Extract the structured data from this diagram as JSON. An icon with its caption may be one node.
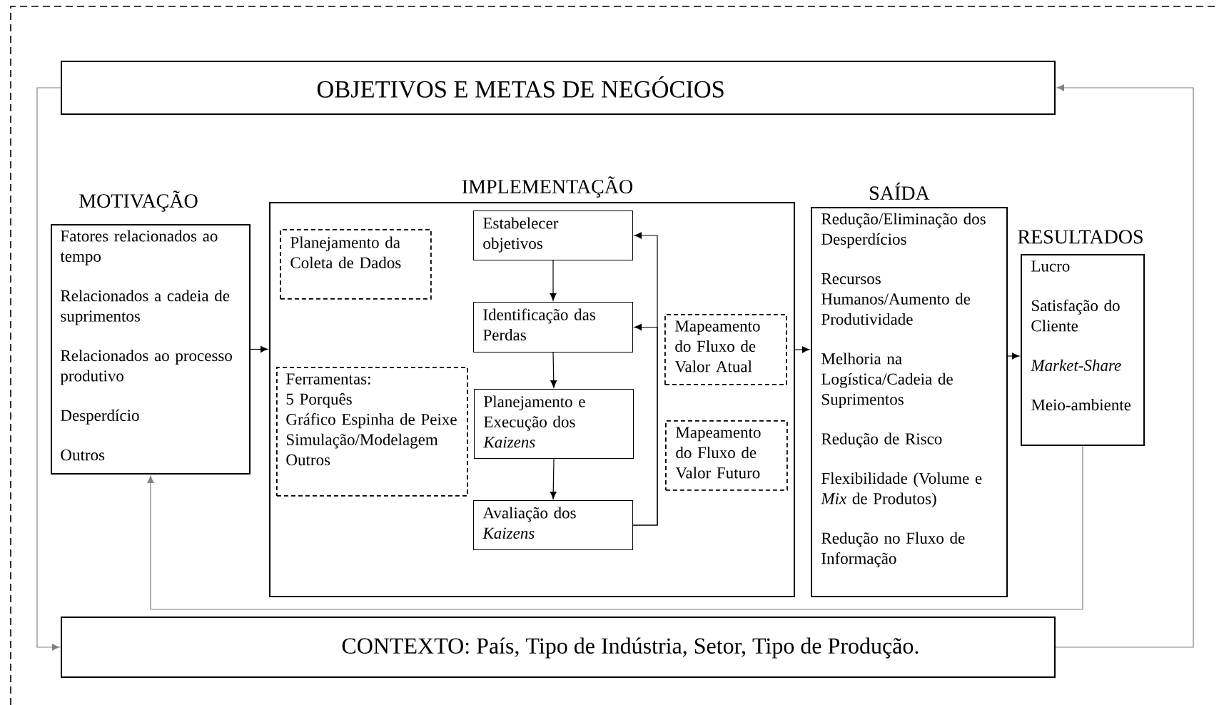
{
  "diagram": {
    "nodes": [
      {
        "text": [
          "OBJETIVOS E METAS DE NEGÓCIOS"
        ]
      },
      {
        "text": [
          "MOTIVAÇÃO",
          "Fatores relacionados ao tempo",
          "Relacionados a cadeia de suprimentos",
          "Relacionados ao processo produtivo",
          "Desperdício",
          "Outros"
        ]
      },
      {
        "text": [
          "IMPLEMENTAÇÃO"
        ]
      },
      {
        "text": [
          "Planejamento da Coleta de Dados"
        ],
        "in": 2
      },
      {
        "text": [
          "Estabelecer objetivos"
        ],
        "in": 2
      },
      {
        "text": [
          "Identificação das Perdas"
        ],
        "in": 2
      },
      {
        "text": [
          "Mapeamento do Fluxo de Valor Atual"
        ],
        "in": 2
      },
      {
        "text": [
          "Ferramentas:",
          "5 Porquês",
          "Gráfico Espinha de Peixe",
          "Simulação/Modelagem",
          "Outros"
        ],
        "in": 2
      },
      {
        "text": [
          "Planejamento e Execução dos *Kaizens*"
        ],
        "in": 2
      },
      {
        "text": [
          "Mapeamento do Fluxo de Valor Futuro"
        ],
        "in": 2
      },
      {
        "text": [
          "Avaliação dos *Kaizens*"
        ],
        "in": 2
      },
      {
        "text": [
          "SAÍDA",
          "Redução/Eliminação dos Desperdícios",
          "Recursos Humanos/Aumento de Produtividade",
          "Melhoria na Logística/Cadeia de Suprimentos",
          "Redução de Risco",
          "Flexibilidade (Volume e *Mix* de Produtos)",
          "Redução no Fluxo de Informação"
        ]
      },
      {
        "text": [
          "RESULTADOS",
          "Lucro",
          "Satisfação do Cliente",
          "Market-Share",
          "Meio-ambiente"
        ]
      },
      {
        "text": [
          "CONTEXTO: País, Tipo de Indústria, Setor, Tipo de Produção."
        ]
      }
    ],
    "edges": [
      {
        "from": 0,
        "to": 13,
        "arrow": "to",
        "color": "#808080"
      },
      {
        "from": 13,
        "to": 0,
        "arrow": "to",
        "color": "#808080"
      },
      {
        "from": 1,
        "to": 2,
        "arrow": "to"
      },
      {
        "from": 2,
        "to": 11,
        "arrow": "to"
      },
      {
        "from": 11,
        "to": 12,
        "arrow": "to"
      },
      {
        "from": 12,
        "to": 1,
        "arrow": "to",
        "color": "#808080"
      },
      {
        "from": 4,
        "to": 5,
        "arrow": "to"
      },
      {
        "from": 5,
        "to": 8,
        "arrow": "to"
      },
      {
        "from": 8,
        "to": 10,
        "arrow": "to"
      },
      {
        "from": 10,
        "to": 4,
        "arrow": "to"
      },
      {
        "from": 10,
        "to": 5,
        "arrow": "to"
      }
    ]
  }
}
